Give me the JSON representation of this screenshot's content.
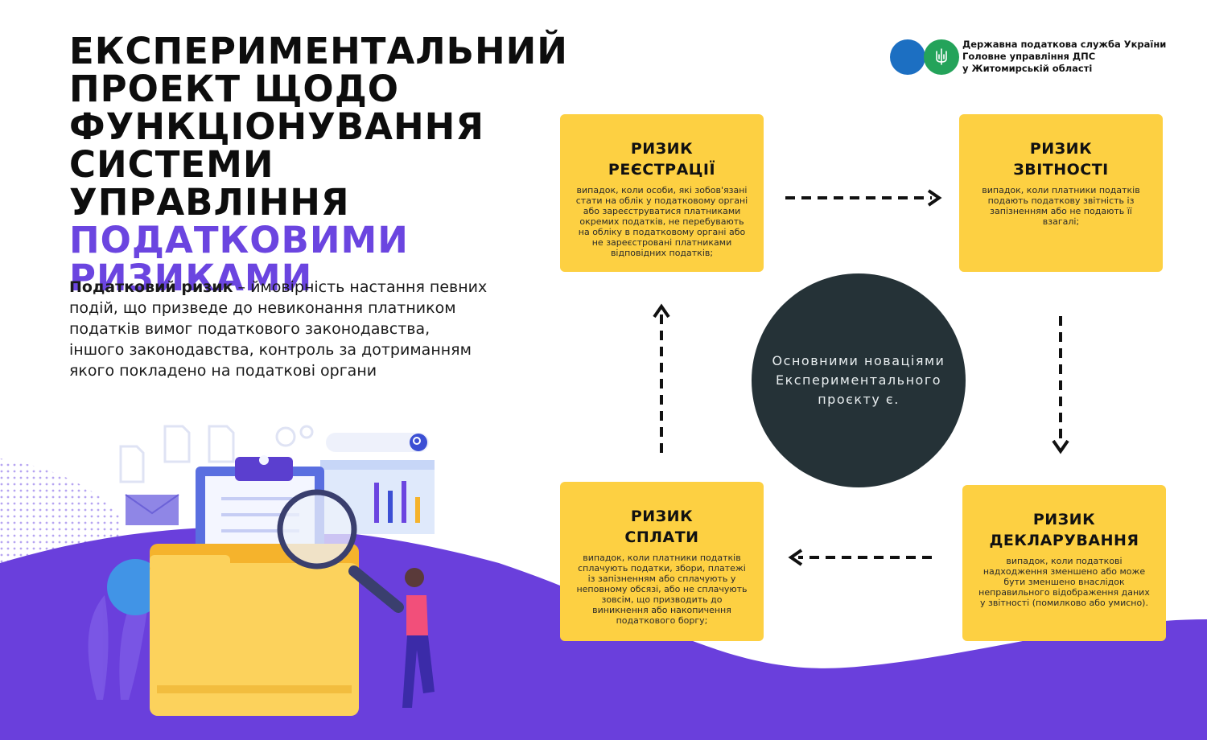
{
  "header": {
    "title_lines": [
      "ЕКСПЕРИМЕНТАЛЬНИЙ",
      "ПРОЕКТ ЩОДО",
      "ФУНКЦІОНУВАННЯ",
      "СИСТЕМИ УПРАВЛІННЯ"
    ],
    "title_accent_lines": [
      "ПОДАТКОВИМИ",
      "РИЗИКАМИ"
    ]
  },
  "definition": {
    "term": "Податковий ризик",
    "text": " – ймовірність настання певних подій, що призведе до невиконання платником податків вимог податкового законодавства, іншого законодавства, контроль за дотриманням якого покладено на податкові органи"
  },
  "org": {
    "line1": "Державна податкова служба України",
    "line2": "Головне управління ДПС",
    "line3": "у Житомирській області",
    "emblem": "trident-icon"
  },
  "center": {
    "text": "Основними новаціями Експериментального проєкту є."
  },
  "cards": {
    "registration": {
      "title_line1": "РИЗИК",
      "title_line2": "РЕЄСТРАЦІЇ",
      "desc": "випадок, коли особи, які зобов'язані стати на облік у податковому органі або зареєструватися платниками окремих податків, не перебувають на обліку в податковому органі або не зареєстровані платниками відповідних податків;"
    },
    "reporting": {
      "title_line1": "РИЗИК",
      "title_line2": "ЗВІТНОСТІ",
      "desc": "випадок, коли платники податків подають податкову звітність із запізненням або не подають її взагалі;"
    },
    "payment": {
      "title_line1": "РИЗИК",
      "title_line2": "СПЛАТИ",
      "desc": "випадок, коли платники податків сплачують податки, збори, платежі із запізненням або сплачують у неповному обсязі, або не сплачують зовсім, що призводить до виникнення або накопичення податкового боргу;"
    },
    "declaration": {
      "title_line1": "РИЗИК",
      "title_line2": "ДЕКЛАРУВАННЯ",
      "desc": "випадок, коли податкові надходження зменшено або може бути зменшено внаслідок неправильного відображення даних у звітності (помилково або умисно)."
    }
  },
  "colors": {
    "accent": "#6b45e0",
    "card": "#fdd042",
    "center": "#253237",
    "wave": "#6a3fdc"
  }
}
